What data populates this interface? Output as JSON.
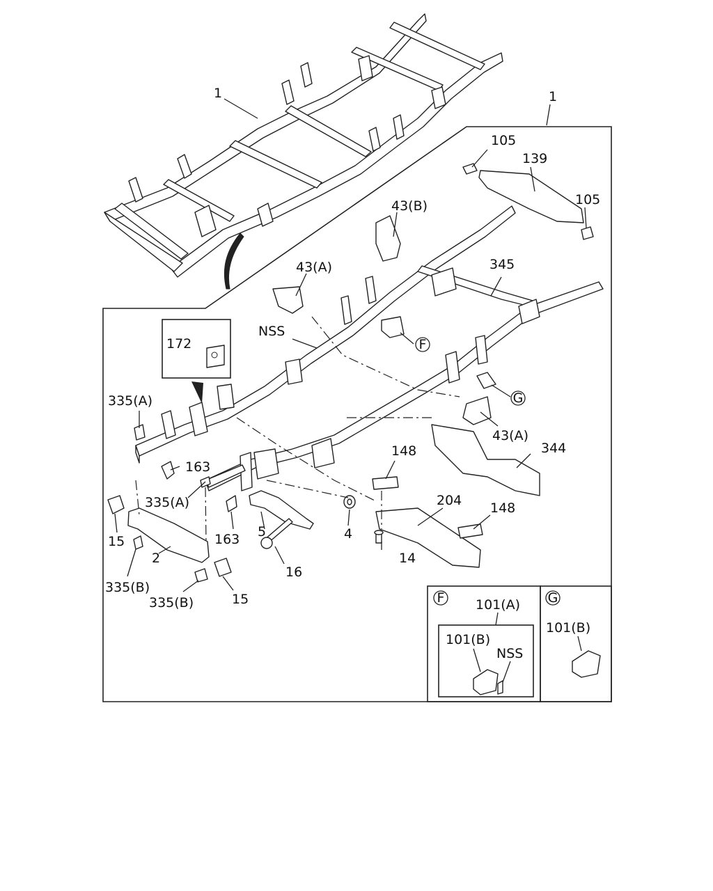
{
  "labels": {
    "frame_top": "1",
    "frame_main": "1",
    "bracket_105_top": "105",
    "bracket_105_right": "105",
    "crossmember_139": "139",
    "bracket_43b": "43(B)",
    "bracket_43a_left": "43(A)",
    "bracket_43a_right": "43(A)",
    "crossmember_345": "345",
    "nss_main": "NSS",
    "plate_172": "172",
    "bracket_335a_left": "335(A)",
    "bracket_335a_mid": "335(A)",
    "clip_163_top": "163",
    "clip_163_bottom": "163",
    "mount_15_left": "15",
    "mount_15_right": "15",
    "crossmember_2": "2",
    "bracket_335b_left": "335(B)",
    "bracket_335b_right": "335(B)",
    "bracket_5": "5",
    "bolt_16": "16",
    "washer_4": "4",
    "plate_148_top": "148",
    "plate_148_right": "148",
    "skid_204": "204",
    "bolt_14": "14",
    "crossmember_344": "344",
    "callout_f": "F",
    "callout_g": "G"
  },
  "detail_f": {
    "letter": "F",
    "title": "101(A)",
    "part_label": "101(B)",
    "nss_label": "NSS"
  },
  "detail_g": {
    "letter": "G",
    "part_label": "101(B)"
  }
}
